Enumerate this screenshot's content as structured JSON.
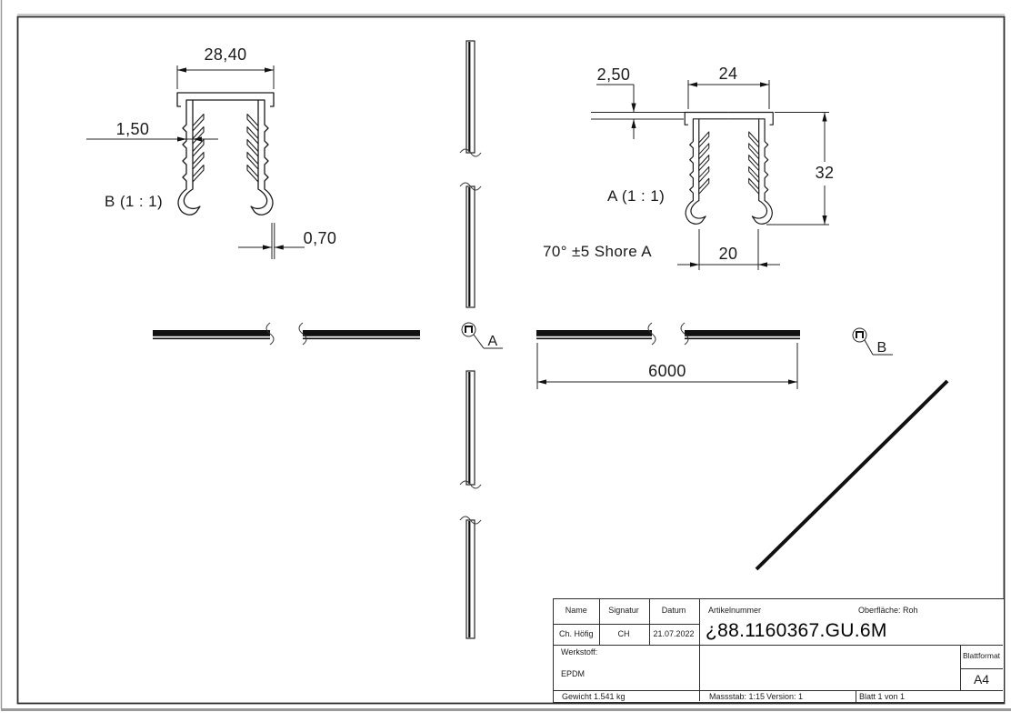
{
  "sheet": {
    "format_label": "Blattformat",
    "format": "A4"
  },
  "drawing": {
    "detail_b": {
      "label": "B (1 : 1)",
      "width": "28,40",
      "wall": "1,50",
      "lip": "0,70"
    },
    "detail_a": {
      "label": "A (1 : 1)",
      "cap_thickness": "2,50",
      "top_width": "24",
      "height": "32",
      "bottom_width": "20",
      "hardness": "70° ±5 Shore A"
    },
    "length": "6000",
    "callouts": {
      "a": "A",
      "b": "B"
    }
  },
  "title_block": {
    "headers": {
      "name": "Name",
      "signatur": "Signatur",
      "datum": "Datum",
      "artikelnummer": "Artikelnummer",
      "oberflaeche": "Oberfläche:  Roh"
    },
    "values": {
      "name": "Ch. Höfig",
      "signatur": "CH",
      "datum": "21.07.2022",
      "artikelnummer": "¿88.1160367.GU.6M"
    },
    "werkstoff_label": "Werkstoff:",
    "werkstoff": "EPDM",
    "gewicht": "Gewicht 1.541 kg",
    "massstab": "Massstab: 1:15",
    "version": "Version: 1",
    "blatt": "Blatt 1 von 1"
  },
  "colors": {
    "line": "#1a1a1a",
    "bar": "#111111",
    "frame": "#2e2e2e"
  }
}
